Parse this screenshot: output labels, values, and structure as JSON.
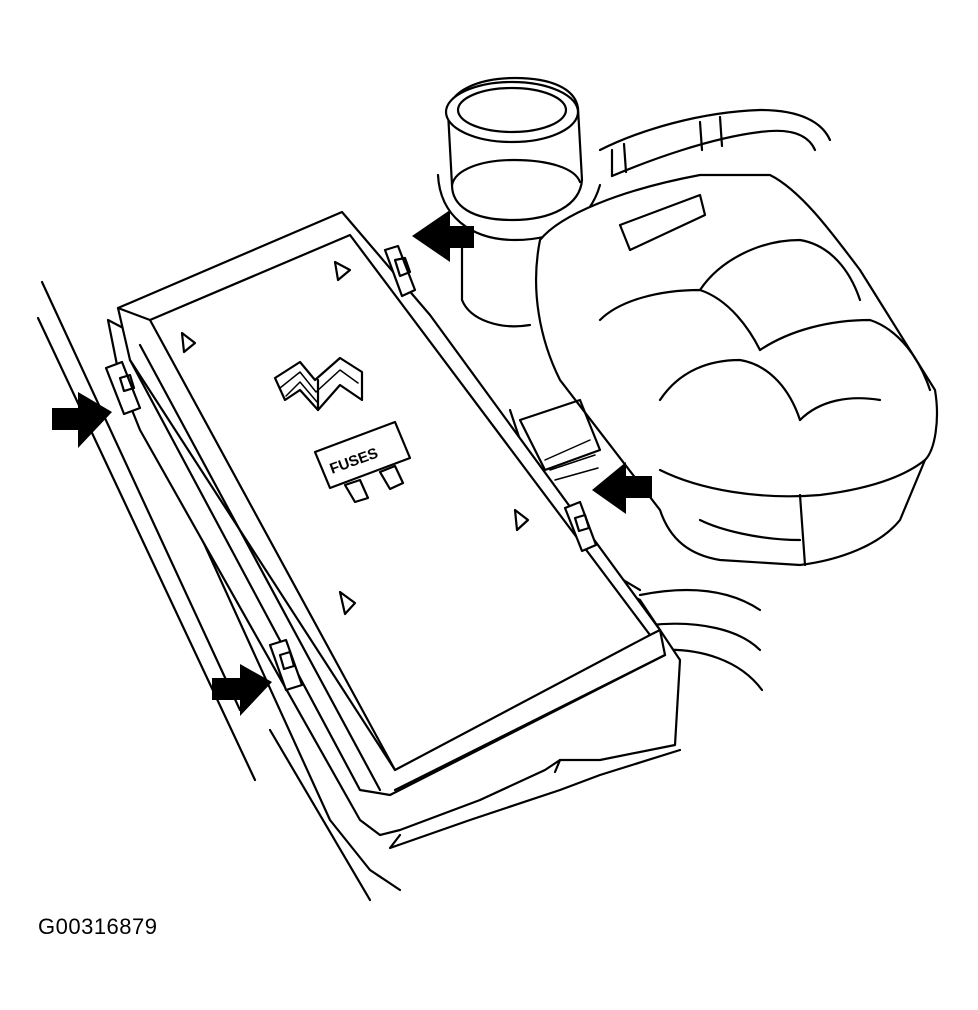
{
  "figure": {
    "id_label": "G00316879",
    "cover_label": "FUSES"
  },
  "colors": {
    "line": "#000000",
    "background": "#ffffff"
  },
  "icons": {
    "book_symbol": "open-book-icon",
    "fuse_symbol": "fuse-icon",
    "arrows": "arrow-icon"
  },
  "arrow_count": 4
}
